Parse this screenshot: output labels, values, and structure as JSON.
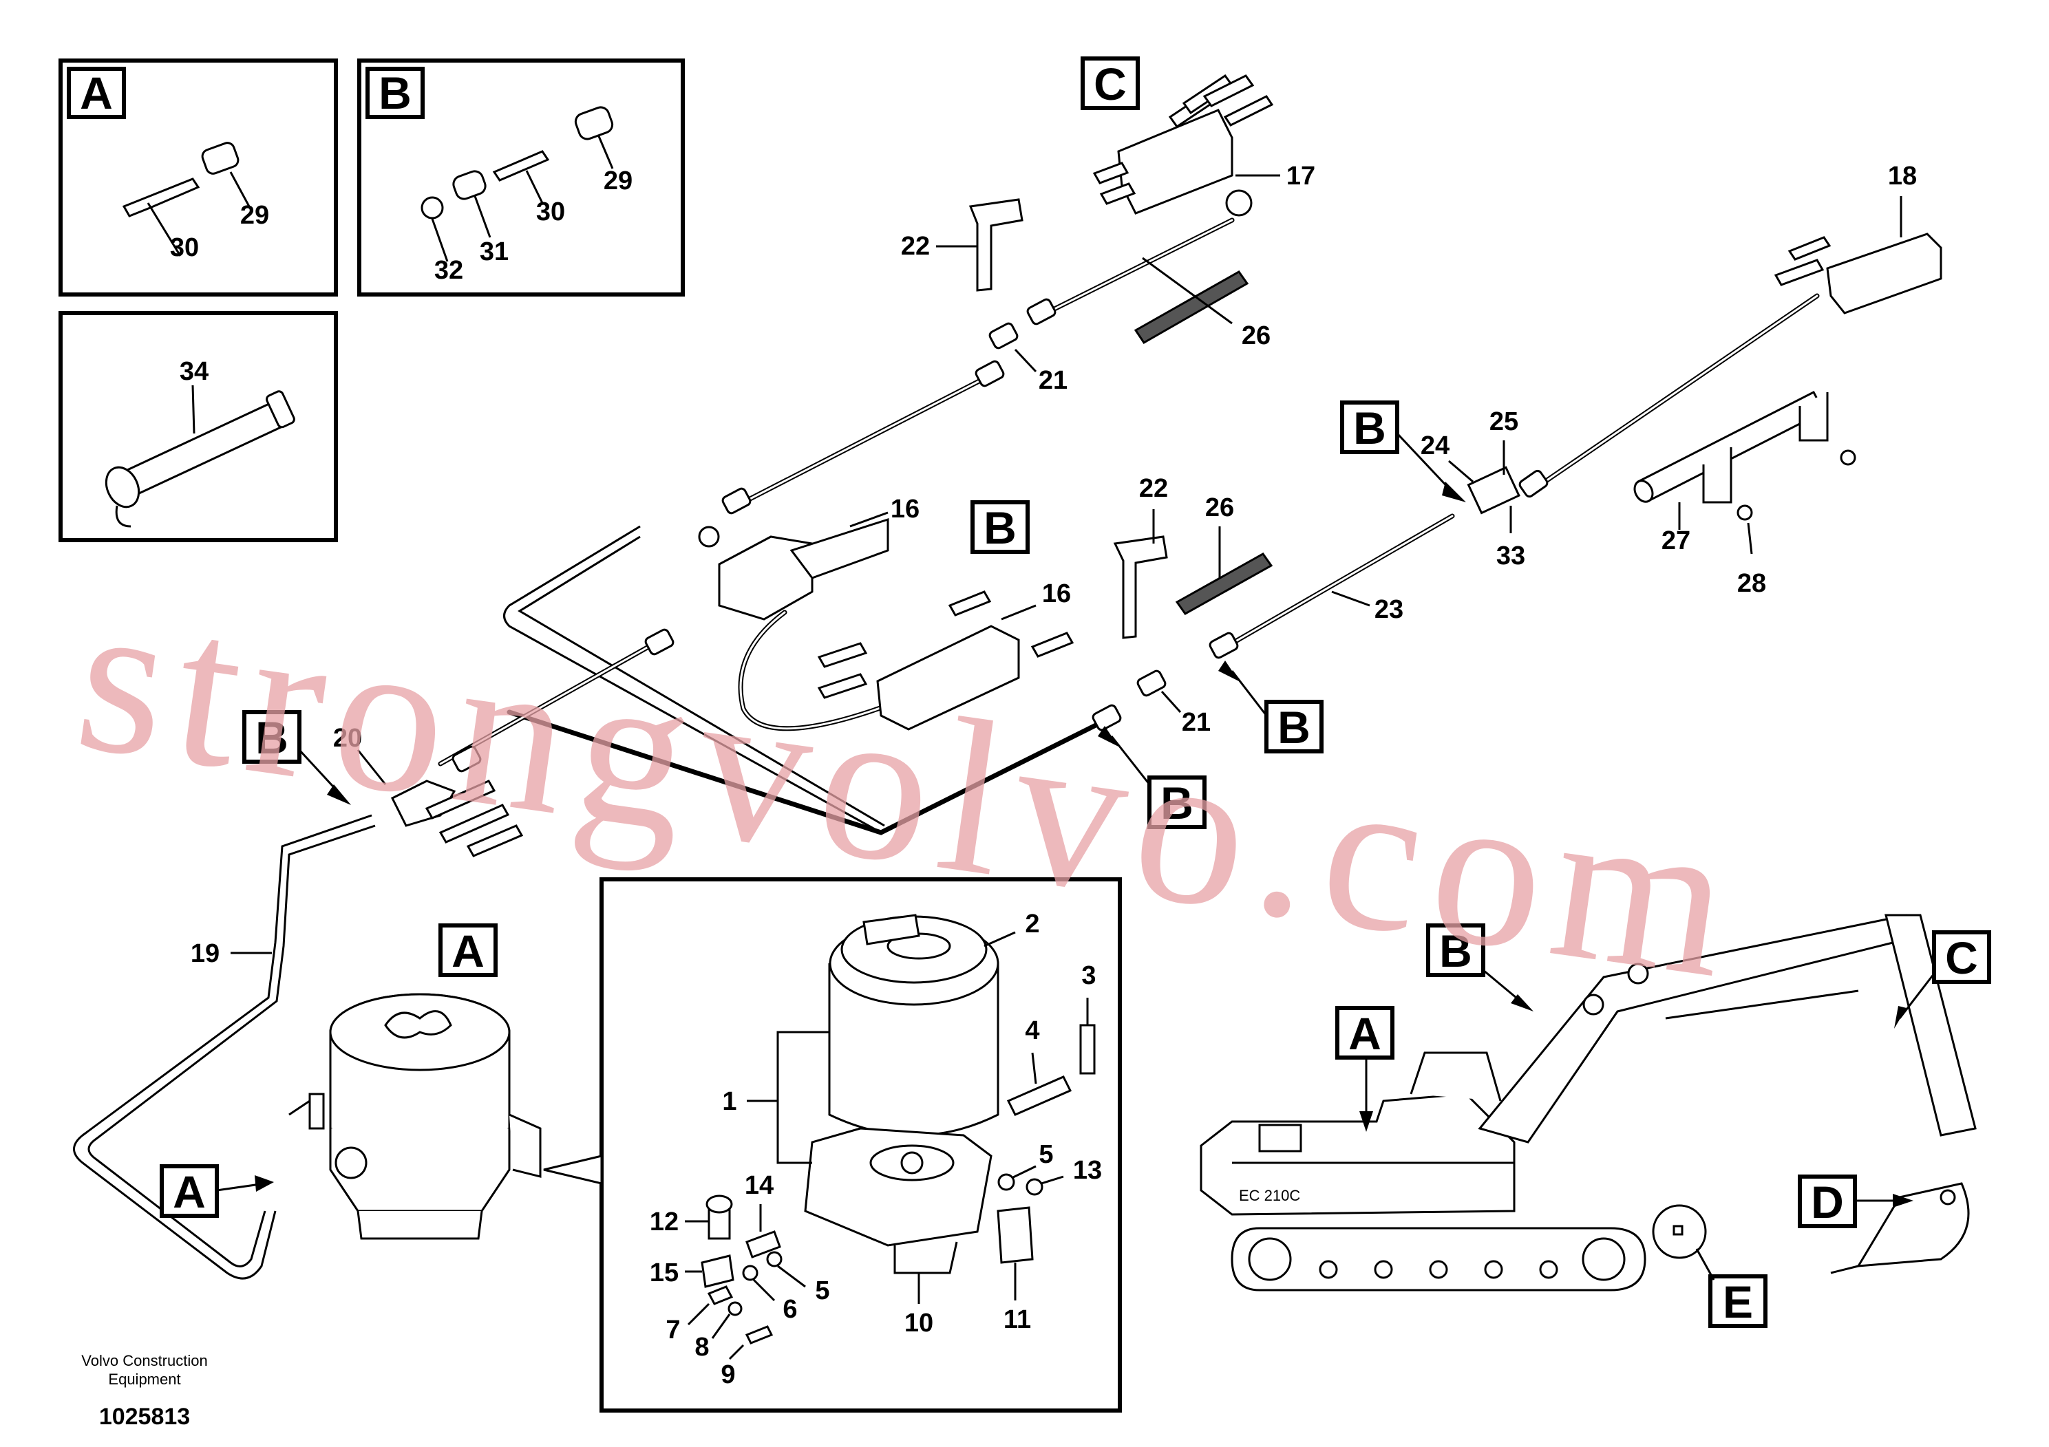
{
  "title_block": {
    "company_line1": "Volvo Construction",
    "company_line2": "Equipment",
    "drawing_number": "1025813"
  },
  "machine_label": "EC 210C",
  "watermark": "strongvolvo.com",
  "inset_letters": {
    "a": "A",
    "b": "B",
    "c": "C",
    "d": "D",
    "e": "E"
  },
  "numbers": {
    "n1": "1",
    "n2": "2",
    "n3": "3",
    "n4": "4",
    "n5": "5",
    "n6": "6",
    "n7": "7",
    "n8": "8",
    "n9": "9",
    "n10": "10",
    "n11": "11",
    "n12": "12",
    "n13": "13",
    "n14": "14",
    "n15": "15",
    "n16": "16",
    "n17": "17",
    "n18": "18",
    "n19": "19",
    "n20": "20",
    "n21": "21",
    "n22": "22",
    "n23": "23",
    "n24": "24",
    "n25": "25",
    "n26": "26",
    "n27": "27",
    "n28": "28",
    "n29": "29",
    "n30": "30",
    "n31": "31",
    "n32": "32",
    "n33": "33",
    "n34": "34"
  }
}
